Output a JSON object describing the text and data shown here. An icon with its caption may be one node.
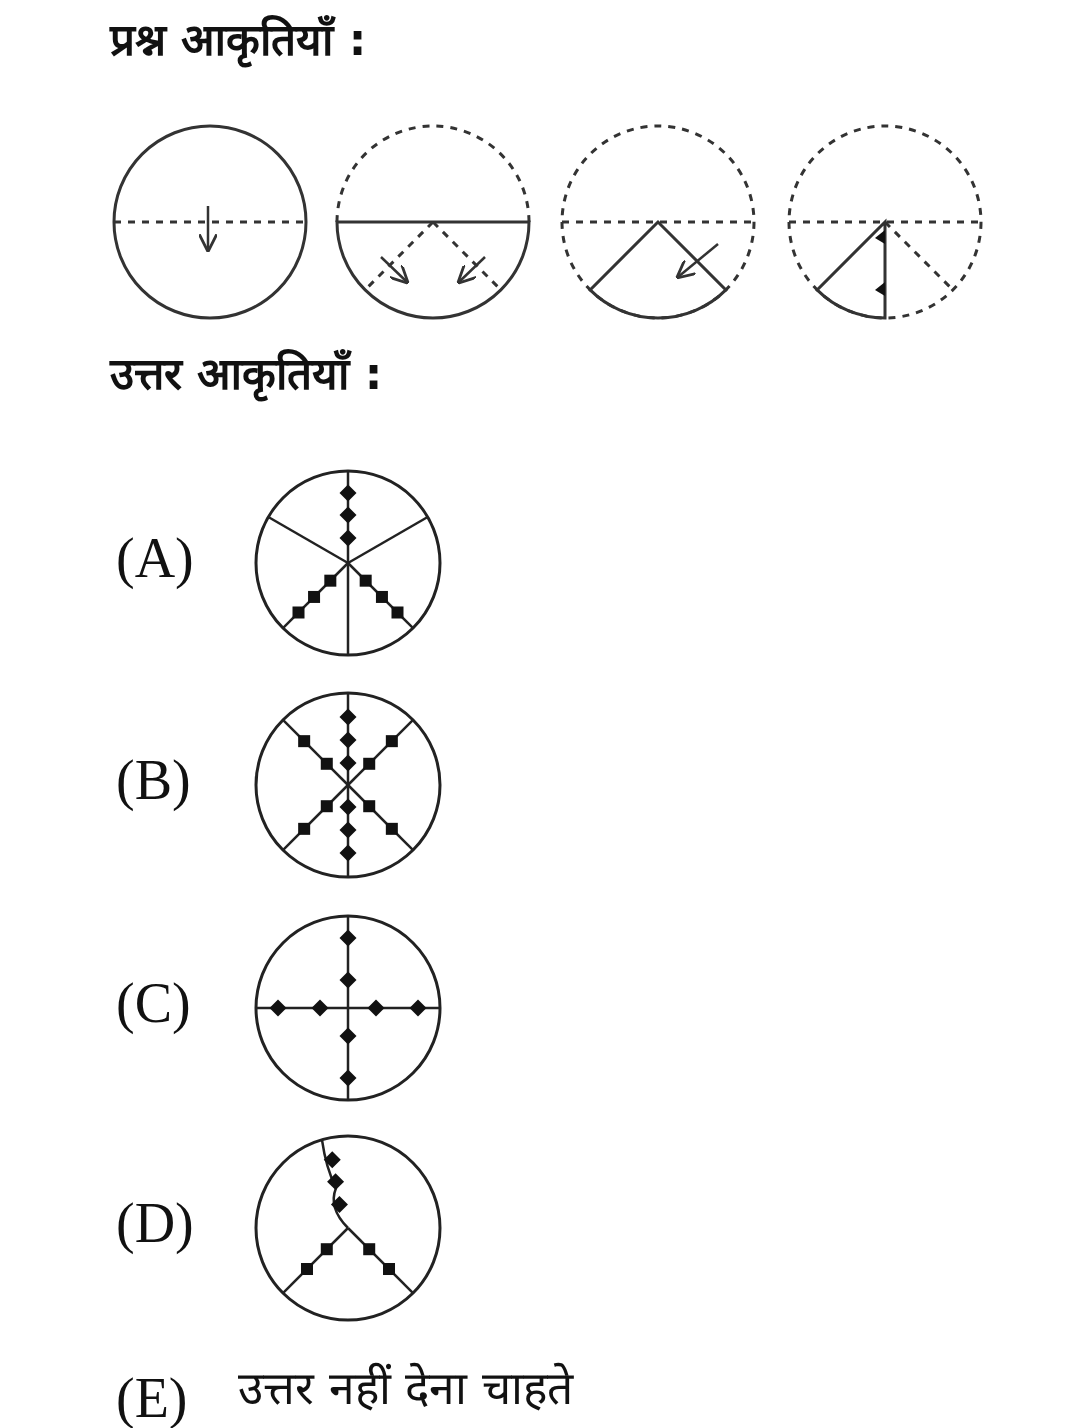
{
  "diagram": {
    "labels": [
      "प्रश्न आकृतियाँ :",
      "उत्तर आकृतियाँ :",
      "(A)",
      "(B)",
      "(C)",
      "(D)",
      "(E)",
      "उत्तर नहीं देना चाहते"
    ]
  }
}
